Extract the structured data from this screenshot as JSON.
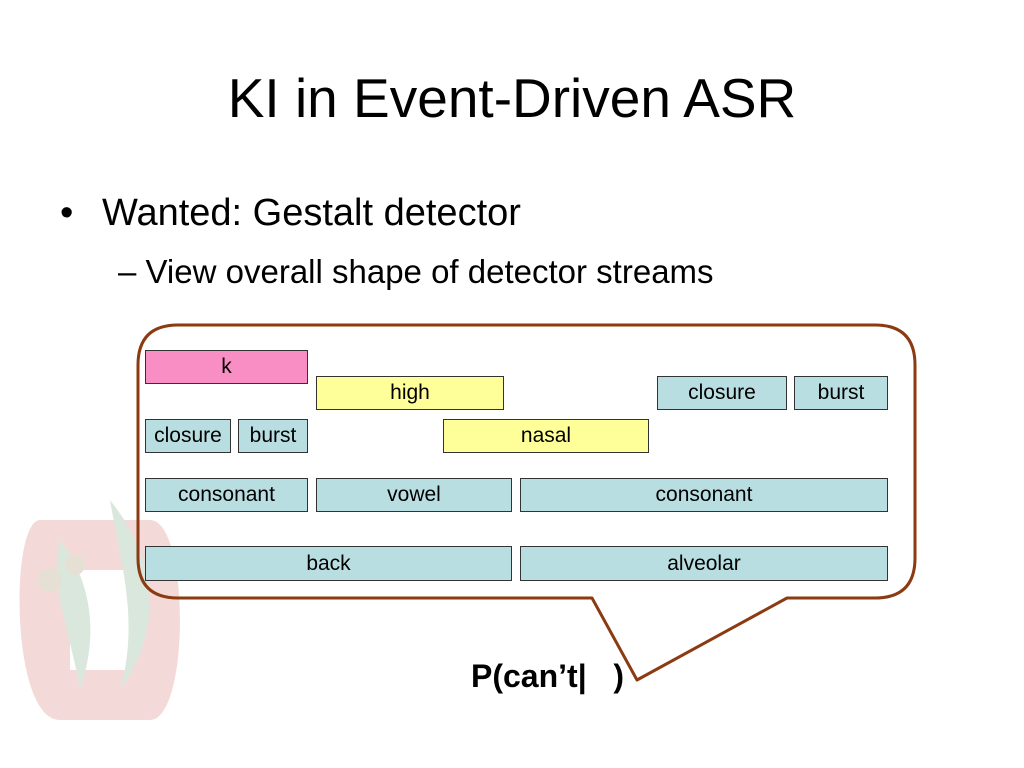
{
  "slide": {
    "title": "KI in Event-Driven ASR",
    "bullet": "Wanted: Gestalt detector",
    "bullet_marker": "•",
    "subbullet": "– View overall shape of detector streams",
    "probability": "P(can’t|   )"
  },
  "detectors": {
    "k": "k",
    "high": "high",
    "closure_right": "closure",
    "burst_right": "burst",
    "closure_left": "closure",
    "burst_left": "burst",
    "nasal": "nasal",
    "consonant_left": "consonant",
    "vowel": "vowel",
    "consonant_right": "consonant",
    "back": "back",
    "alveolar": "alveolar"
  },
  "colors": {
    "bubble_border": "#8b3a12",
    "teal": "#b9dee2",
    "yellow": "#ffff99",
    "pink": "#f98ec5",
    "watermark": "#c0392b"
  },
  "icons": {
    "watermark": "university-logo-watermark"
  }
}
